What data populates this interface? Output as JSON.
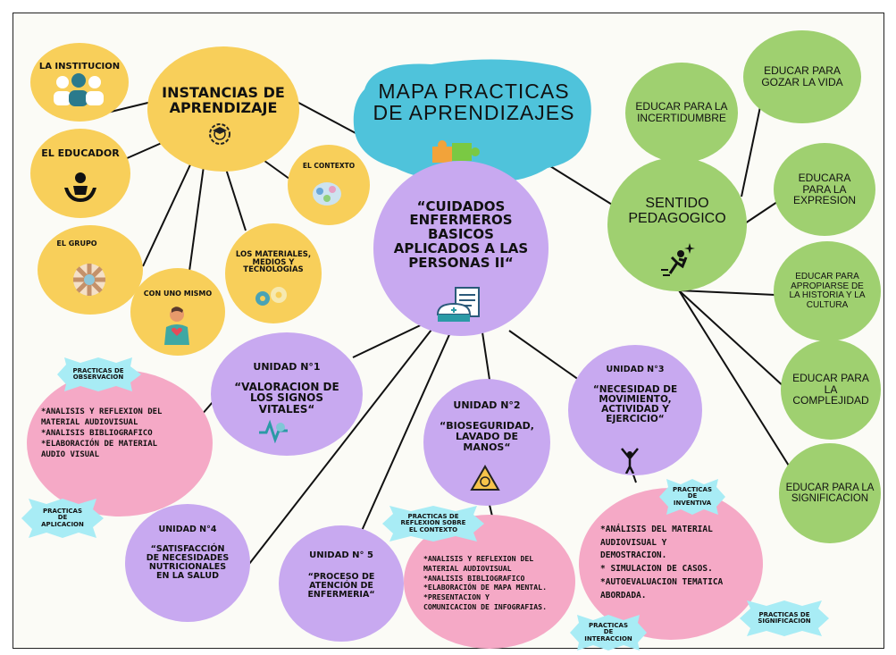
{
  "main": {
    "title": "MAPA PRACTICAS\nDE APRENDIZAJES",
    "center": "“CUIDADOS\nENFERMEROS\nBASICOS\nAPLICADOS A LAS\nPERSONAS II“"
  },
  "instancias": {
    "title": "INSTANCIAS DE\nAPRENDIZAJE",
    "items": {
      "institucion": "LA INSTITUCION",
      "educador": "EL EDUCADOR",
      "grupo": "EL GRUPO",
      "uno_mismo": "CON UNO MISMO",
      "materiales": "LOS MATERIALES,\nMEDIOS Y\nTECNOLOGIAS",
      "contexto": "EL CONTEXTO"
    }
  },
  "sentido": {
    "title": "SENTIDO\nPEDAGOGICO",
    "items": {
      "incertidumbre": "EDUCAR PARA LA\nINCERTIDUMBRE",
      "gozar": "EDUCAR PARA\nGOZAR LA VIDA",
      "expresion": "EDUCARA\nPARA LA\nEXPRESION",
      "historia": "EDUCAR PARA\nAPROPIARSE DE\nLA HISTORIA Y LA\nCULTURA",
      "complejidad": "EDUCAR PARA\nLA\nCOMPLEJIDAD",
      "significacion": "EDUCAR PARA LA\nSIGNIFICACION"
    }
  },
  "unidades": {
    "u1": {
      "title": "UNIDAD N°1",
      "text": "“VALORACION DE\nLOS SIGNOS\nVITALES“"
    },
    "u2": {
      "title": "UNIDAD N°2",
      "text": "“BIOSEGURIDAD,\nLAVADO DE\nMANOS“"
    },
    "u3": {
      "title": "UNIDAD N°3",
      "text": "“NECESIDAD DE\nMOVIMIENTO,\nACTIVIDAD Y\nEJERCICIO“"
    },
    "u4": {
      "title": "UNIDAD N°4",
      "text": "“SATISFACCIÓN\nDE NECESIDADES\nNUTRICIONALES\nEN LA SALUD"
    },
    "u5": {
      "title": "UNIDAD N° 5",
      "text": "“PROCESO DE\nATENCIÓN DE\nENFERMERIA“"
    }
  },
  "practicas": {
    "observacion": {
      "badge": "PRACTICAS DE\nOBSERVACION",
      "items": [
        "*ANALISIS Y REFLEXION DEL",
        "MATERIAL AUDIOVISUAL",
        "*ANALISIS BIBLIOGRAFICO",
        "*ELABORACIÓN DE MATERIAL",
        "AUDIO VISUAL"
      ]
    },
    "aplicacion": {
      "badge": "PRACTICAS\nDE\nAPLICACION"
    },
    "reflexion": {
      "badge": "PRACTICAS DE\nREFLEXION SOBRE\nEL CONTEXTO",
      "items": [
        "*ANALISIS Y REFLEXION DEL",
        "MATERIAL AUDIOVISUAL",
        "*ANALISIS BIBLIOGRAFICO",
        "*ELABORACIÓN DE MAPA MENTAL.",
        "*PRESENTACION Y",
        "COMUNICACION DE INFOGRAFIAS."
      ]
    },
    "interaccion": {
      "badge": "PRACTICAS\nDE\nINTERACCION"
    },
    "inventiva": {
      "badge": "PRACTICAS\nDE\nINVENTIVA",
      "items": [
        "*ANÁLISIS DEL MATERIAL",
        "AUDIOVISUAL Y",
        "DEMOSTRACION.",
        "* SIMULACION DE CASOS.",
        "*AUTOEVALUACION TEMATICA",
        "ABORDADA."
      ]
    },
    "significacion": {
      "badge": "PRACTICAS DE\nSIGNIFICACION"
    }
  },
  "colors": {
    "yellow": "#f8cf5a",
    "purple": "#c8a9f0",
    "pink": "#f5a9c6",
    "green": "#9fd070",
    "blue": "#4fc3db",
    "badge": "#a8ecf5"
  },
  "icons": [
    "people-icon",
    "gear-graduation-icon",
    "hands-person-icon",
    "hands-circle-icon",
    "person-heart-icon",
    "gears-icon",
    "brain-idea-icon",
    "puzzle-icon",
    "nurse-clipboard-icon",
    "running-star-icon",
    "caution-icon",
    "arms-up-person-icon",
    "vitals-icon"
  ]
}
